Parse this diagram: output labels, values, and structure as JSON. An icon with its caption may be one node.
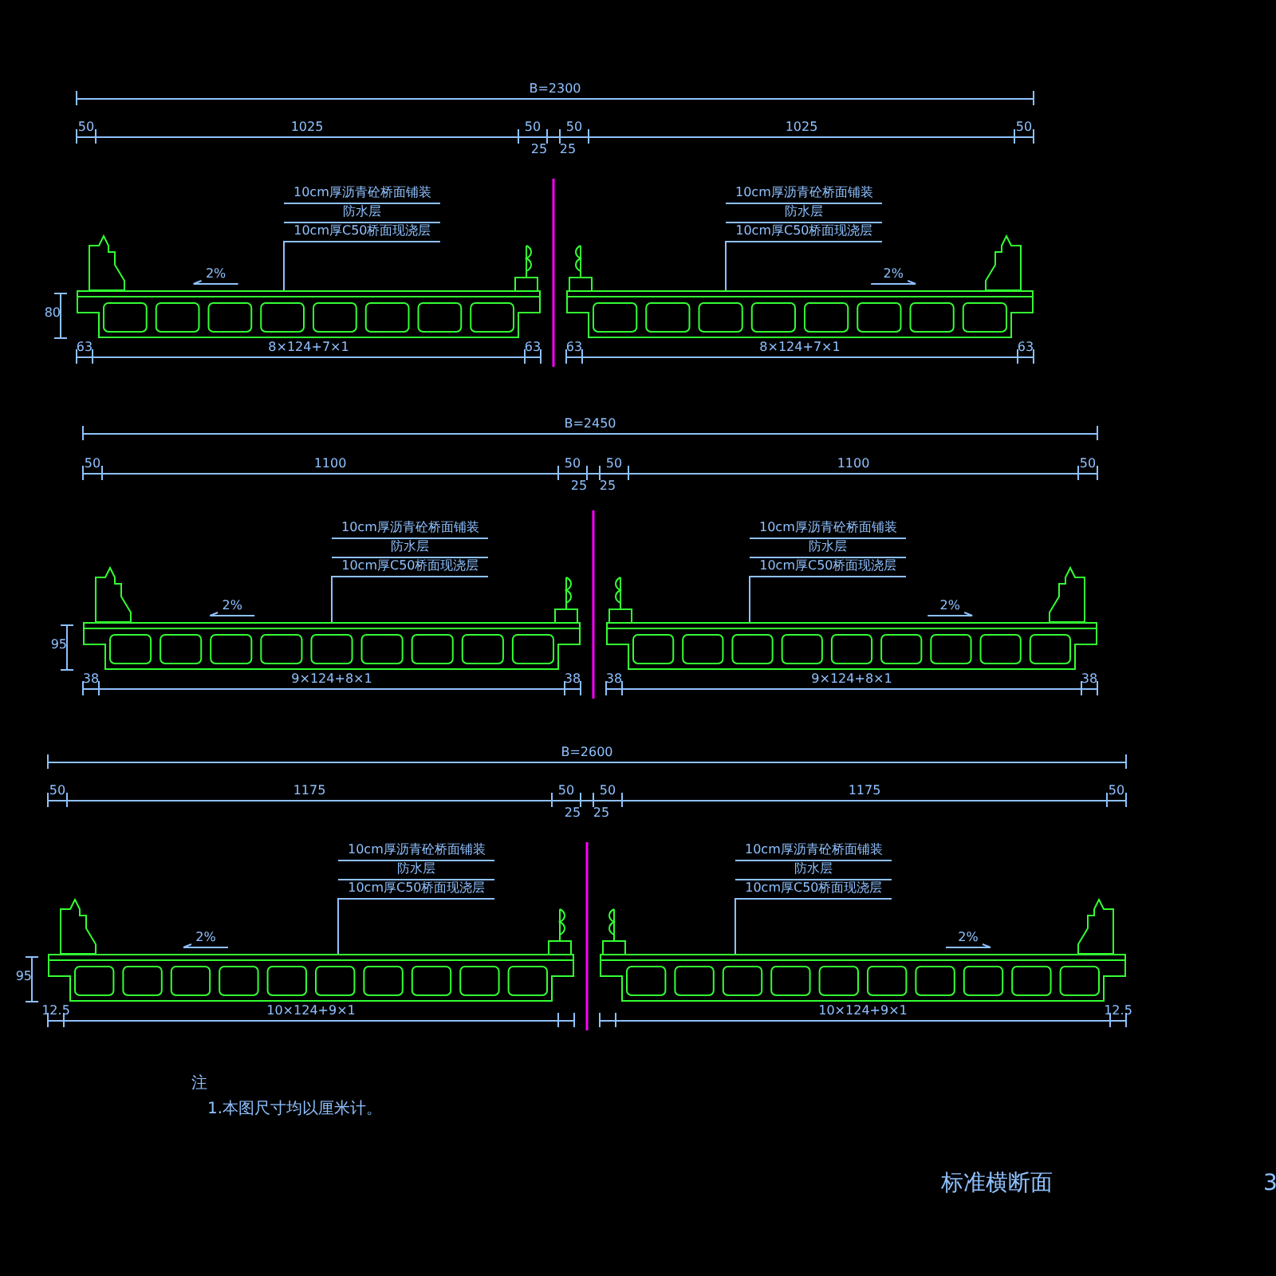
{
  "diagram": {
    "title": "标准横断面",
    "nodes": [
      {
        "text": [
          "10cm厚沥青砼桥面铺装",
          "防水层",
          "10cm厚C50桥面现浇层"
        ]
      },
      {
        "text": [
          "10cm厚沥青砼桥面铺装",
          "防水层",
          "10cm厚C50桥面现浇层"
        ]
      },
      {
        "text": [],
        "shape": "picture"
      },
      {
        "text": [],
        "shape": "picture"
      },
      {
        "text": [
          "10cm厚沥青砼桥面铺装",
          "防水层",
          "10cm厚C50桥面现浇层"
        ]
      },
      {
        "text": [
          "10cm厚沥青砼桥面铺装",
          "防水层",
          "10cm厚C50桥面现浇层"
        ]
      },
      {
        "text": [],
        "shape": "picture"
      },
      {
        "text": [],
        "shape": "picture"
      },
      {
        "text": [
          "10cm厚沥青砼桥面铺装",
          "防水层",
          "10cm厚C50桥面现浇层"
        ]
      },
      {
        "text": [
          "10cm厚沥青砼桥面铺装",
          "防水层",
          "10cm厚C50桥面现浇层"
        ]
      },
      {
        "text": [],
        "shape": "picture"
      },
      {
        "text": [],
        "shape": "picture"
      }
    ],
    "edges": [
      {
        "from": 0,
        "to": 2,
        "arrow": "none"
      },
      {
        "from": 1,
        "to": 3,
        "arrow": "none"
      },
      {
        "from": 4,
        "to": 6,
        "arrow": "none"
      },
      {
        "from": 5,
        "to": 7,
        "arrow": "none"
      },
      {
        "from": 8,
        "to": 10,
        "arrow": "none"
      },
      {
        "from": 9,
        "to": 11,
        "arrow": "none"
      }
    ],
    "labels": [
      "B=2300",
      "50",
      "1025",
      "50",
      "50",
      "1025",
      "50",
      "25",
      "25",
      "2%",
      "2%",
      "80",
      "63",
      "8×124+7×1",
      "63",
      "63",
      "8×124+7×1",
      "63",
      "B=2450",
      "50",
      "1100",
      "50",
      "50",
      "1100",
      "50",
      "25",
      "25",
      "2%",
      "2%",
      "95",
      "38",
      "9×124+8×1",
      "38",
      "38",
      "9×124+8×1",
      "38",
      "B=2600",
      "50",
      "1175",
      "50",
      "50",
      "1175",
      "50",
      "25",
      "25",
      "2%",
      "2%",
      "95",
      "12.5",
      "10×124+9×1",
      "10×124+9×1",
      "12.5",
      "注",
      "1.本图尺寸均以厘米计。",
      "3"
    ]
  }
}
